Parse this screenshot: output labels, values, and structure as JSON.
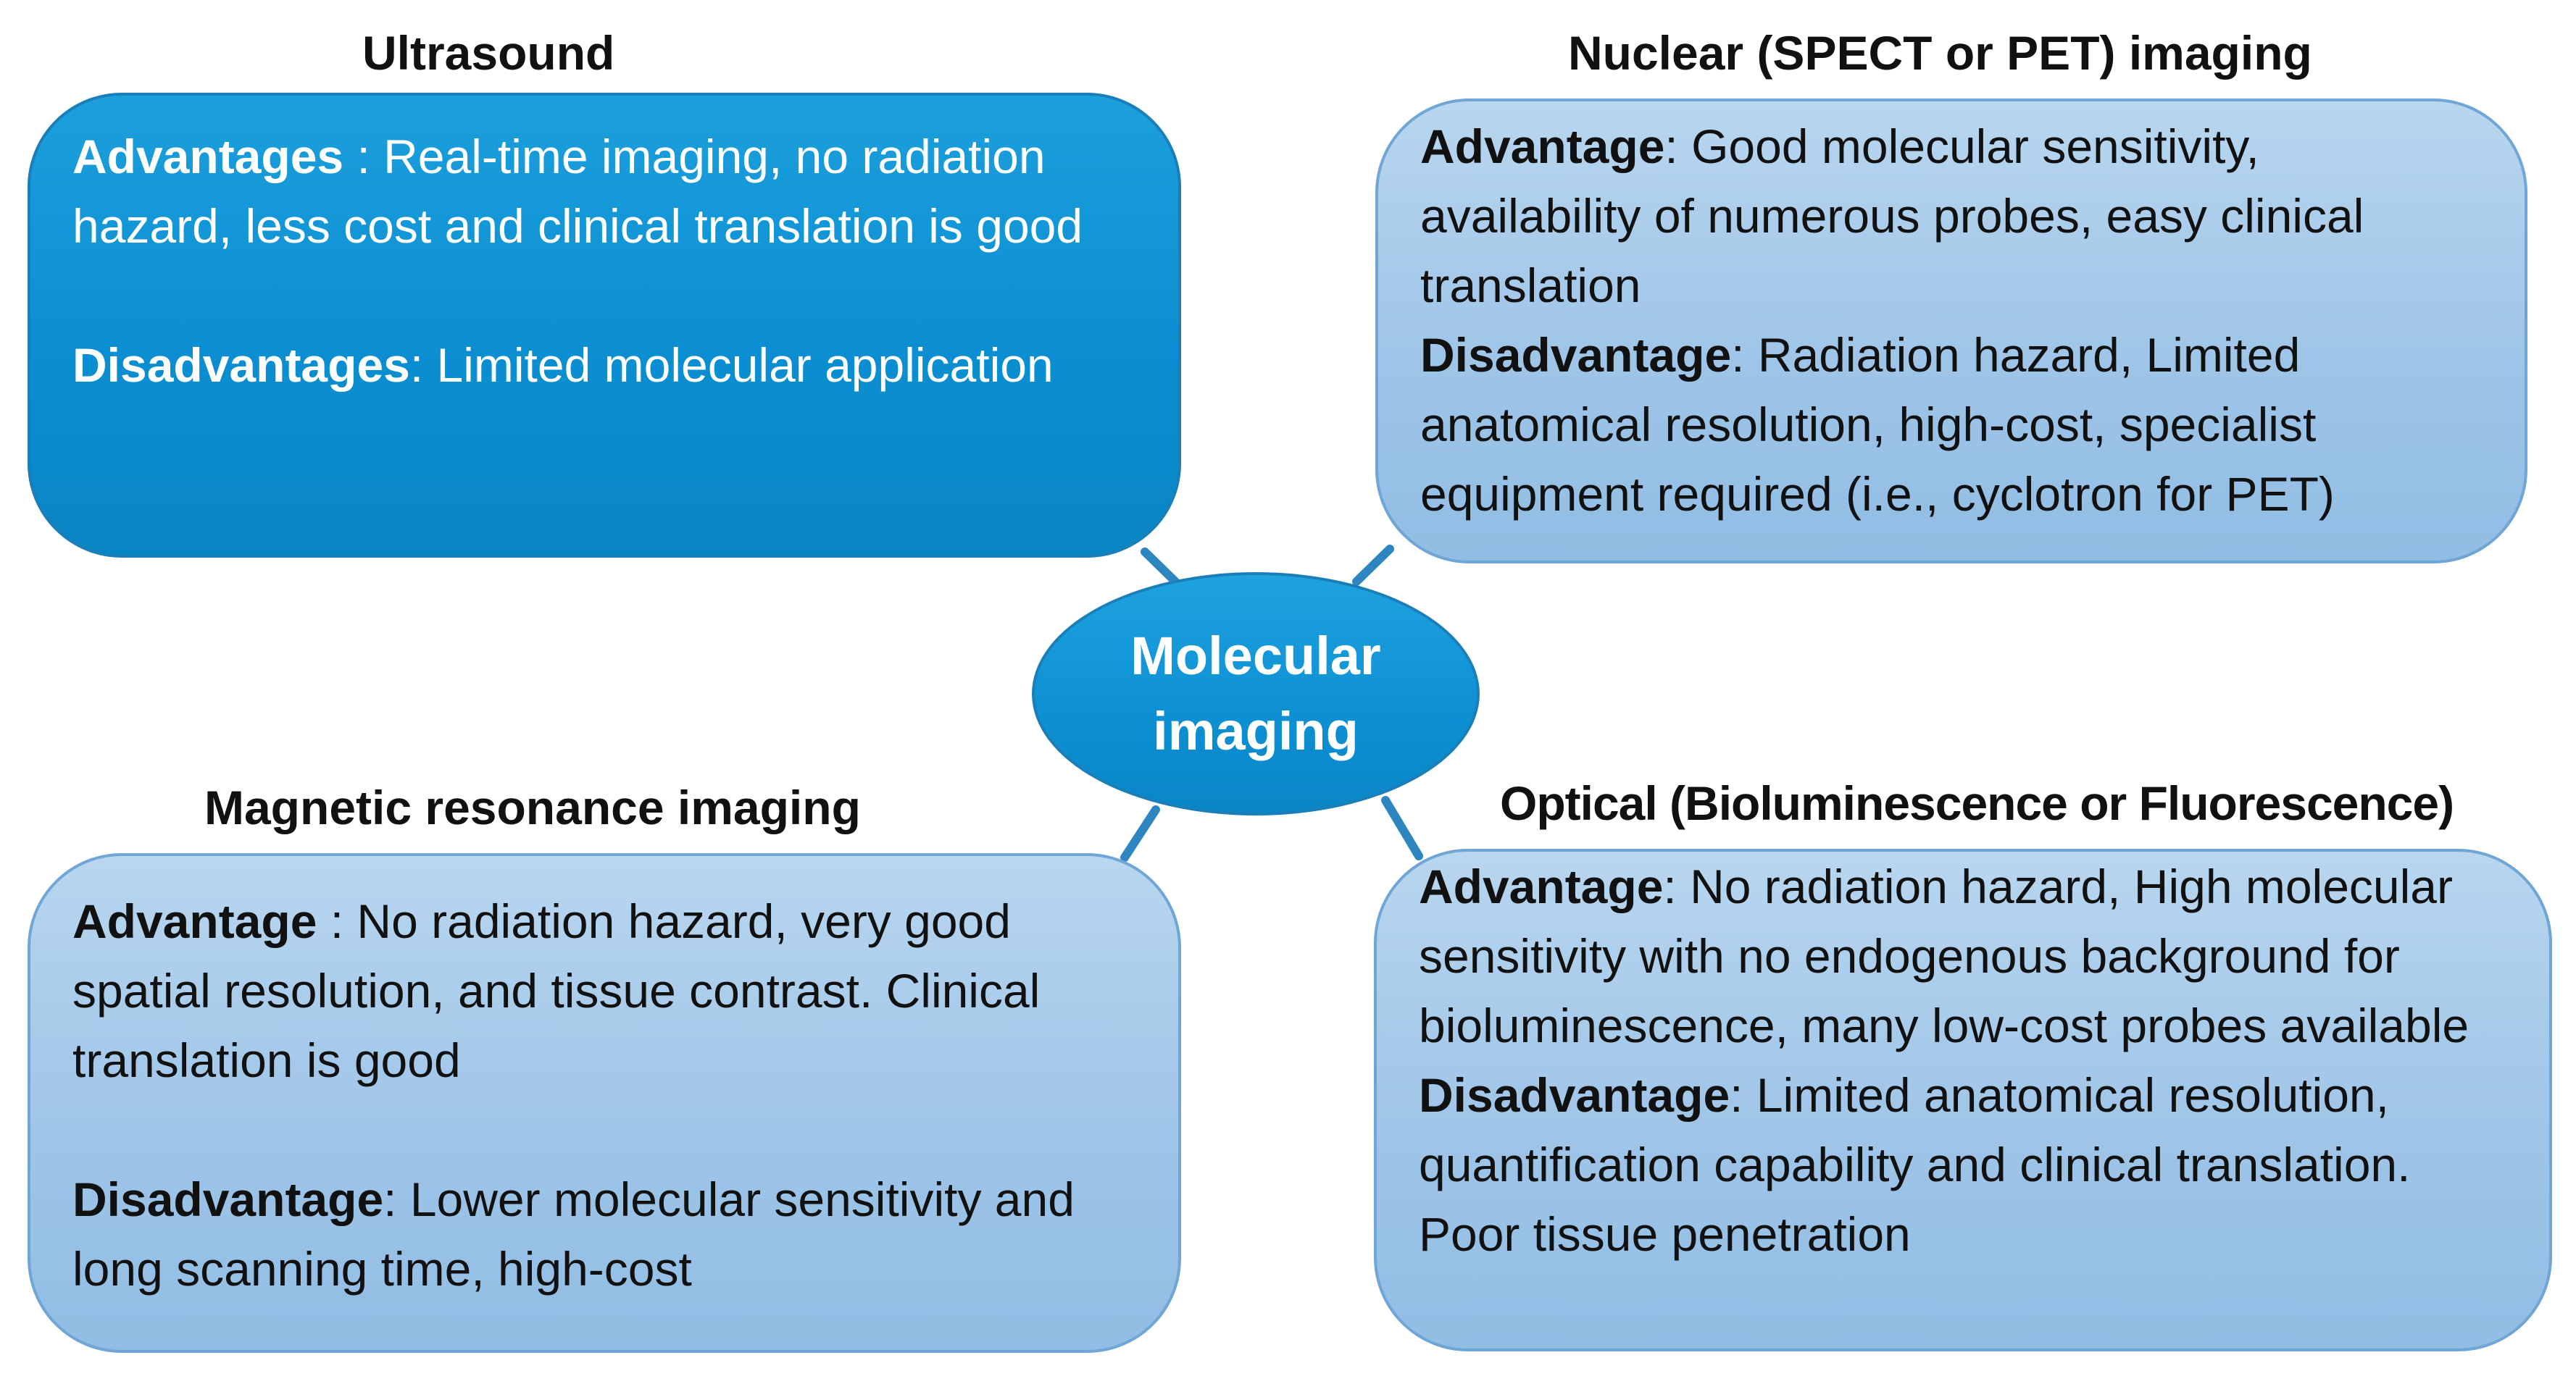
{
  "center": {
    "line1": "Molecular",
    "line2": "imaging"
  },
  "ultrasound": {
    "heading": "Ultrasound",
    "adv_label": "Advantages",
    "adv_text": " : Real-time imaging, no radiation hazard, less cost and clinical translation is good",
    "dis_label": "Disadvantages",
    "dis_text": ": Limited molecular application"
  },
  "nuclear": {
    "heading": "Nuclear (SPECT or PET) imaging",
    "adv_label": "Advantage",
    "adv_text": ": Good molecular sensitivity, availability of numerous  probes, easy clinical translation",
    "dis_label": "Disadvantage",
    "dis_text": ": Radiation hazard, Limited anatomical resolution, high-cost, specialist equipment required (i.e., cyclotron for PET)"
  },
  "mri": {
    "heading": "Magnetic resonance imaging",
    "adv_label": "Advantage",
    "adv_text": " : No radiation hazard, very good spatial resolution, and tissue contrast. Clinical translation is good",
    "dis_label": "Disadvantage",
    "dis_text": ": Lower molecular sensitivity and long scanning time, high-cost"
  },
  "optical": {
    "heading": "Optical (Bioluminescence or Fluorescence)",
    "adv_label": "Advantage",
    "adv_text": ": No radiation hazard, High molecular sensitivity with no endogenous background for bioluminescence, many low-cost probes available",
    "dis_label": "Disadvantage",
    "dis_text": ": Limited anatomical resolution, quantification capability and clinical translation. Poor tissue penetration"
  },
  "colors": {
    "dark_box": "#0b8fd2",
    "light_box": "#9fc5e8",
    "connector": "#2e86c1"
  }
}
